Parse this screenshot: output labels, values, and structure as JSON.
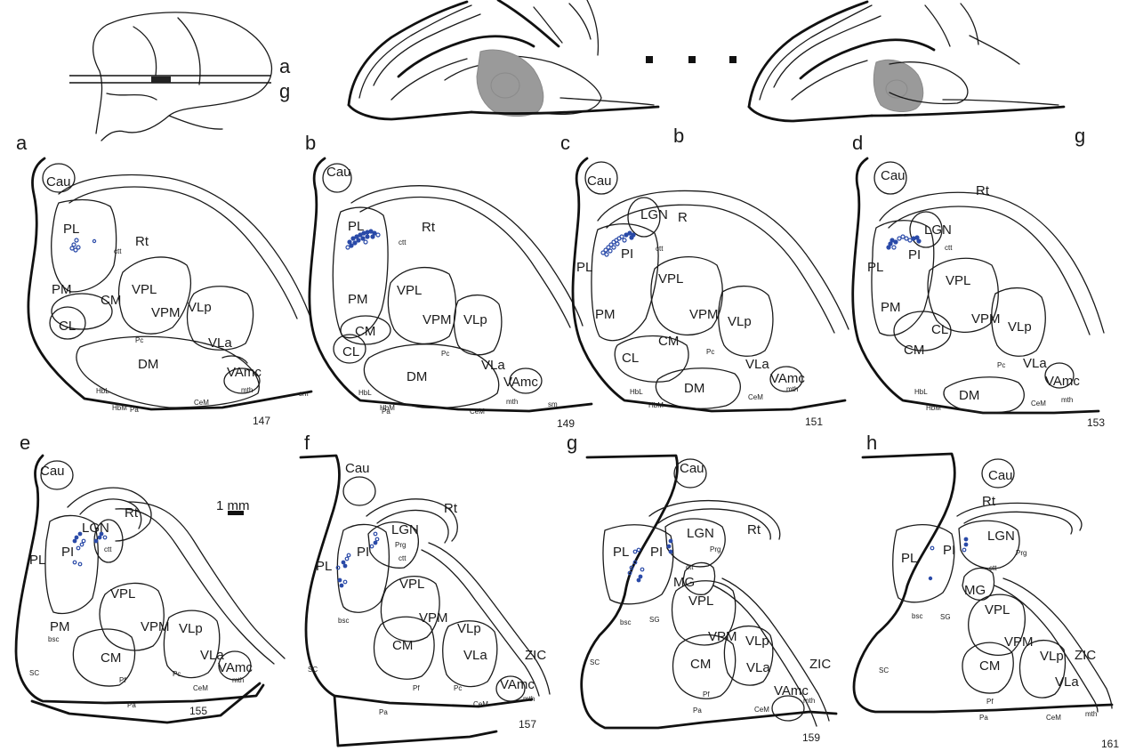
{
  "overview": {
    "plane_top": "a",
    "plane_bottom": "g",
    "sag_b": "b",
    "sag_g": "g"
  },
  "panels": [
    {
      "letter": "a",
      "section": "147",
      "labels": [
        "Cau",
        "PL",
        "Rt",
        "ctt",
        "PM",
        "CM",
        "VPL",
        "VPM",
        "VLp",
        "CL",
        "Pc",
        "VLa",
        "DM",
        "VAmc",
        "HbL",
        "mth",
        "sm",
        "HbM",
        "Pa",
        "CeM"
      ]
    },
    {
      "letter": "b",
      "section": "149",
      "labels": [
        "Cau",
        "PL",
        "Rt",
        "ctt",
        "PM",
        "VPL",
        "VPM",
        "VLp",
        "CM",
        "CL",
        "Pc",
        "VLa",
        "DM",
        "VAmc",
        "HbL",
        "HbM",
        "Pa",
        "mth",
        "sm",
        "CeM"
      ]
    },
    {
      "letter": "c",
      "section": "151",
      "labels": [
        "Cau",
        "LGN",
        "R",
        "PL",
        "PI",
        "ctt",
        "VPL",
        "PM",
        "VPM",
        "VLp",
        "CM",
        "CL",
        "Pc",
        "VLa",
        "VAmc",
        "DM",
        "HbL",
        "mth",
        "HbM",
        "CeM"
      ]
    },
    {
      "letter": "d",
      "section": "153",
      "labels": [
        "Cau",
        "Rt",
        "LGN",
        "ctt",
        "PL",
        "PI",
        "VPL",
        "PM",
        "VPM",
        "VLp",
        "CL",
        "CM",
        "Pc",
        "VLa",
        "VAmc",
        "DM",
        "HbL",
        "mth",
        "HbM",
        "CeM"
      ]
    },
    {
      "letter": "e",
      "section": "155",
      "labels": [
        "Cau",
        "Rt",
        "LGN",
        "PL",
        "PI",
        "ctt",
        "VPL",
        "PM",
        "VPM",
        "VLp",
        "CM",
        "VLa",
        "bsc",
        "VAmc",
        "SC",
        "mth",
        "Pf",
        "Pc",
        "CeM",
        "Pa"
      ]
    },
    {
      "letter": "f",
      "section": "157",
      "labels": [
        "Cau",
        "Rt",
        "LGN",
        "Prg",
        "PL",
        "PI",
        "ctt",
        "VPL",
        "VPM",
        "VLp",
        "CM",
        "VLa",
        "bsc",
        "ZIC",
        "SC",
        "VAmc",
        "Pf",
        "Pc",
        "CeM",
        "mth",
        "Pa"
      ]
    },
    {
      "letter": "g",
      "section": "159",
      "labels": [
        "Cau",
        "LGN",
        "Rt",
        "Prg",
        "PL",
        "PI",
        "ctt",
        "MG",
        "VPL",
        "VPM",
        "VLp",
        "CM",
        "VLa",
        "bsc",
        "SG",
        "ZIC",
        "SC",
        "VAmc",
        "Pf",
        "mth",
        "Pa",
        "CeM"
      ]
    },
    {
      "letter": "h",
      "section": "161",
      "labels": [
        "Cau",
        "Rt",
        "LGN",
        "PL",
        "PI",
        "Prg",
        "ctt",
        "MG",
        "VPL",
        "VPM",
        "VLp",
        "CM",
        "VLa",
        "bsc",
        "SG",
        "ZIC",
        "SC",
        "Pf",
        "Pa",
        "CeM",
        "mth"
      ]
    }
  ],
  "scale_bar": "1 mm",
  "dot_color": "#2a4aa8",
  "gray_fill": "#9a9a9a"
}
